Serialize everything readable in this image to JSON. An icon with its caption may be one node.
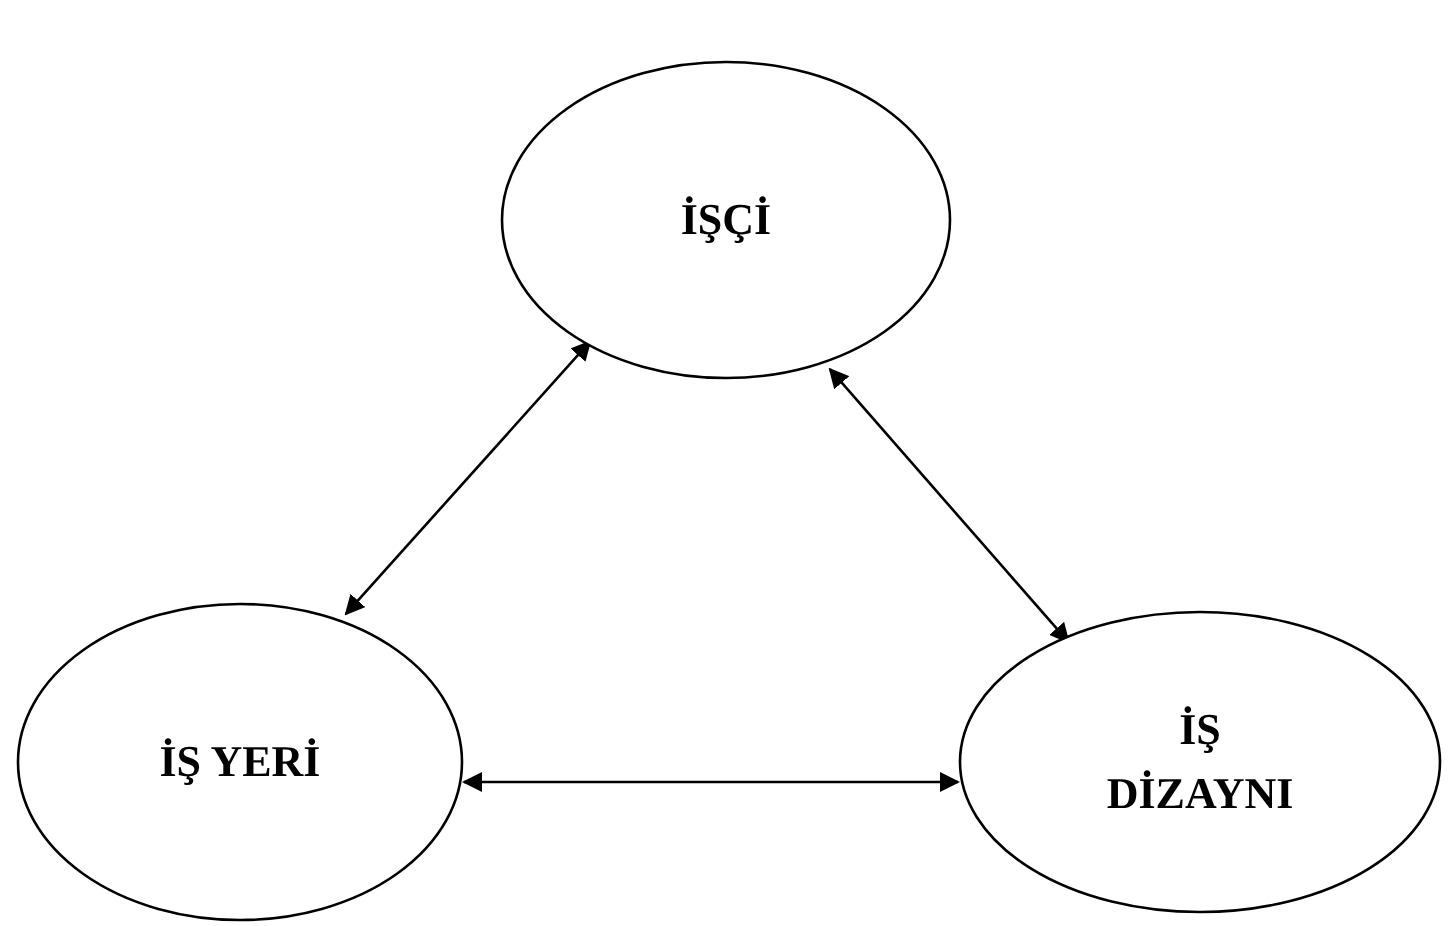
{
  "diagram": {
    "nodes": [
      {
        "text": [
          "İŞÇİ"
        ]
      },
      {
        "text": [
          "İŞ YERİ"
        ]
      },
      {
        "text": [
          "İŞ DİZAYNI"
        ]
      }
    ],
    "edges": [
      {
        "from": 0,
        "to": 1,
        "arrow": "both"
      },
      {
        "from": 0,
        "to": 2,
        "arrow": "both"
      },
      {
        "from": 1,
        "to": 2,
        "arrow": "both"
      }
    ]
  }
}
